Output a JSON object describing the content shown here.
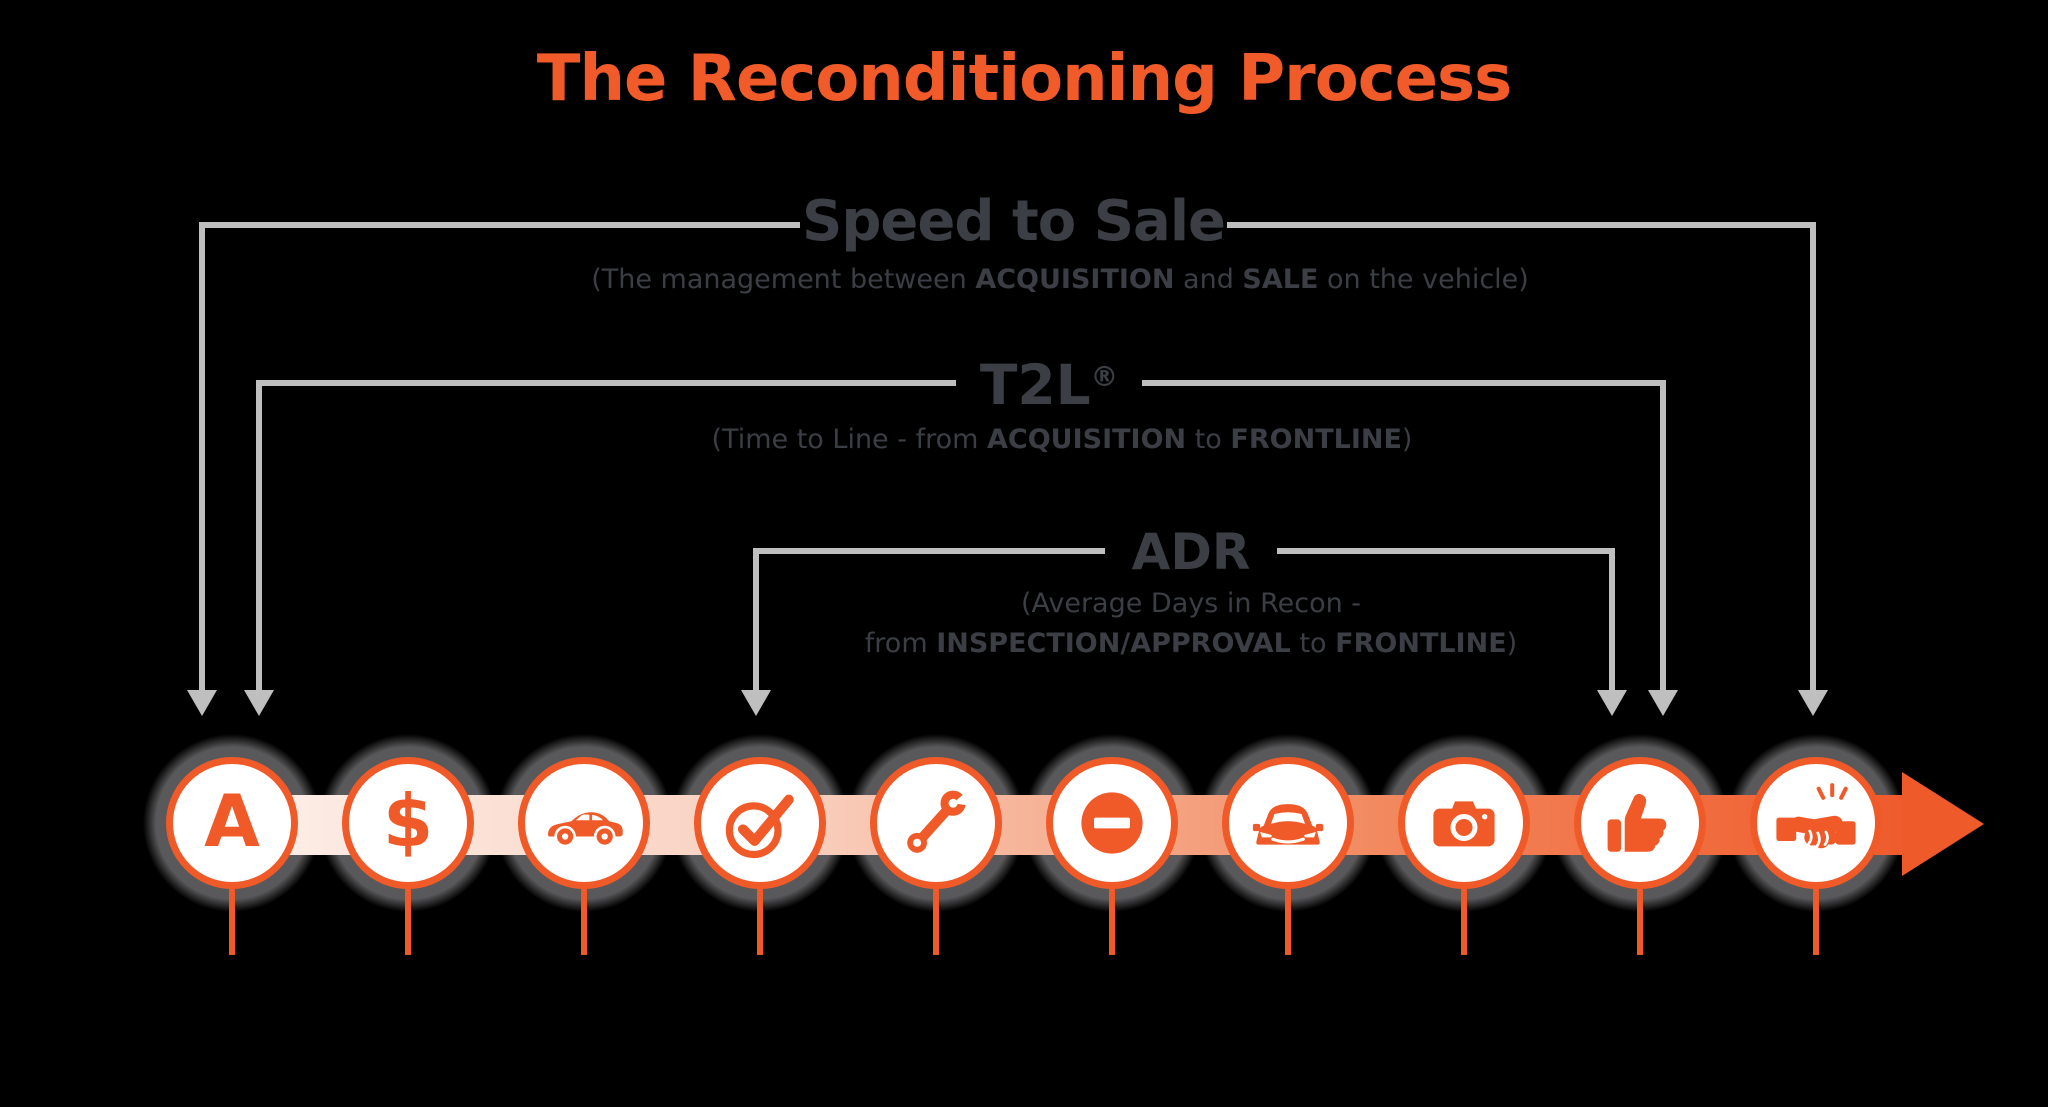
{
  "title": "The Reconditioning Process",
  "colors": {
    "accent_orange": "#f05a28",
    "title_orange": "#f15a29",
    "text_charcoal": "#3b3e44",
    "bracket_line_gray": "#bfbfbf",
    "ring_gray": "#59595b",
    "band_gradient_start": "#fdf0ea",
    "band_gradient_end": "#ef5a2b"
  },
  "metrics": {
    "speed_to_sale": {
      "heading": "Speed to Sale",
      "subtitle_parts": [
        {
          "text": "(The management between ",
          "bold": false
        },
        {
          "text": "ACQUISITION",
          "bold": true
        },
        {
          "text": " and ",
          "bold": false
        },
        {
          "text": "SALE",
          "bold": true
        },
        {
          "text": " on the vehicle)",
          "bold": false
        }
      ]
    },
    "t2l": {
      "heading": "T2L",
      "registered_mark": "®",
      "subtitle_parts": [
        {
          "text": "(Time to Line - from ",
          "bold": false
        },
        {
          "text": "ACQUISITION",
          "bold": true
        },
        {
          "text": " to ",
          "bold": false
        },
        {
          "text": "FRONTLINE",
          "bold": true
        },
        {
          "text": ")",
          "bold": false
        }
      ]
    },
    "adr": {
      "heading": "ADR",
      "subtitle_line1_parts": [
        {
          "text": "(Average Days in Recon -",
          "bold": false
        }
      ],
      "subtitle_line2_parts": [
        {
          "text": "from ",
          "bold": false
        },
        {
          "text": "INSPECTION/APPROVAL",
          "bold": true
        },
        {
          "text": " to ",
          "bold": false
        },
        {
          "text": "FRONTLINE",
          "bold": true
        },
        {
          "text": ")",
          "bold": false
        }
      ]
    }
  },
  "process": {
    "steps": [
      {
        "icon": "letter-a",
        "glyph": "A"
      },
      {
        "icon": "dollar-sign",
        "glyph": "$"
      },
      {
        "icon": "car-side"
      },
      {
        "icon": "approval-check"
      },
      {
        "icon": "wrench"
      },
      {
        "icon": "no-entry"
      },
      {
        "icon": "car-front"
      },
      {
        "icon": "camera"
      },
      {
        "icon": "thumbs-up"
      },
      {
        "icon": "handshake"
      }
    ]
  }
}
